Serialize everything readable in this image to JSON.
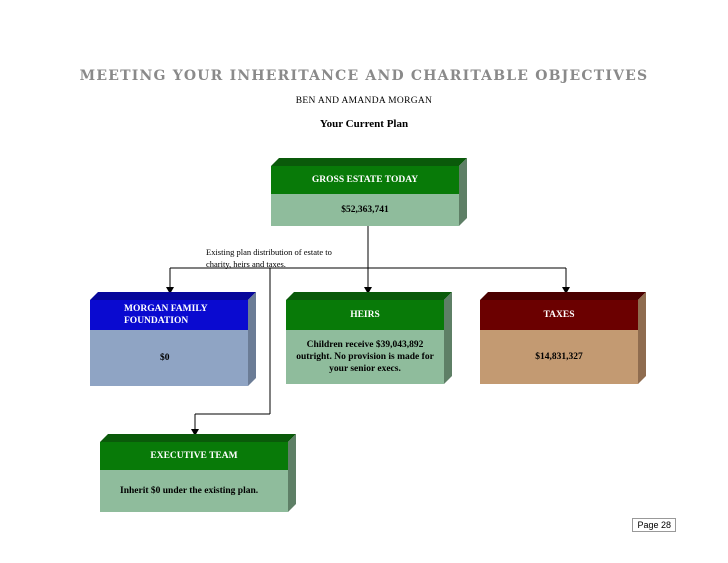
{
  "header": {
    "title": "MEETING YOUR INHERITANCE AND CHARITABLE OBJECTIVES",
    "subtitle": "BEN AND AMANDA MORGAN",
    "plan_label": "Your Current Plan"
  },
  "gross_estate": {
    "label": "GROSS ESTATE TODAY",
    "value": "$52,363,741"
  },
  "distribution_note": "Existing plan distribution of estate to charity, heirs and taxes.",
  "foundation": {
    "label": "MORGAN FAMILY FOUNDATION",
    "value": "$0"
  },
  "heirs": {
    "label": "HEIRS",
    "value": "Children receive $39,043,892 outright. No provision is made for your senior execs."
  },
  "taxes": {
    "label": "TAXES",
    "value": "$14,831,327"
  },
  "executive": {
    "label": "EXECUTIVE TEAM",
    "value": "Inherit $0 under the existing plan."
  },
  "page": "Page 28",
  "colors": {
    "green_header": "#087a08",
    "green_body": "#8fbc9c",
    "blue_header": "#0a0ad0",
    "blue_body": "#8fa4c4",
    "maroon_header": "#6b0000",
    "tan_body": "#c39a72"
  }
}
